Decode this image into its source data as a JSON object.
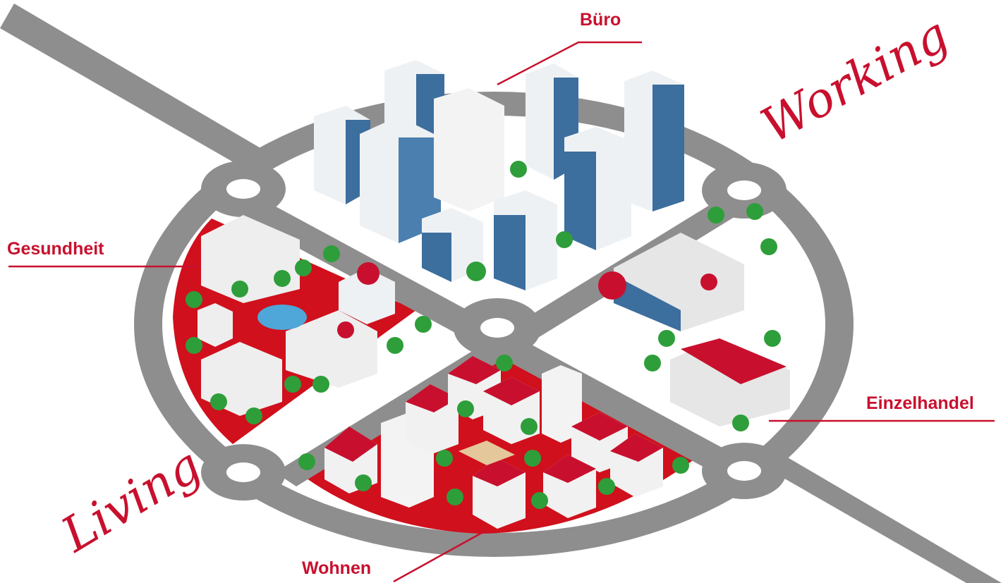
{
  "labels": {
    "office": "Büro",
    "health": "Gesundheit",
    "retail": "Einzelhandel",
    "housing": "Wohnen"
  },
  "script_labels": {
    "working": "Working",
    "living": "Living"
  },
  "colors": {
    "accent": "#c8102e",
    "road": "#8e8e8e",
    "plaza": "#ffffff",
    "building_glass": "#3c6e9e",
    "tree": "#2e9e3a"
  }
}
